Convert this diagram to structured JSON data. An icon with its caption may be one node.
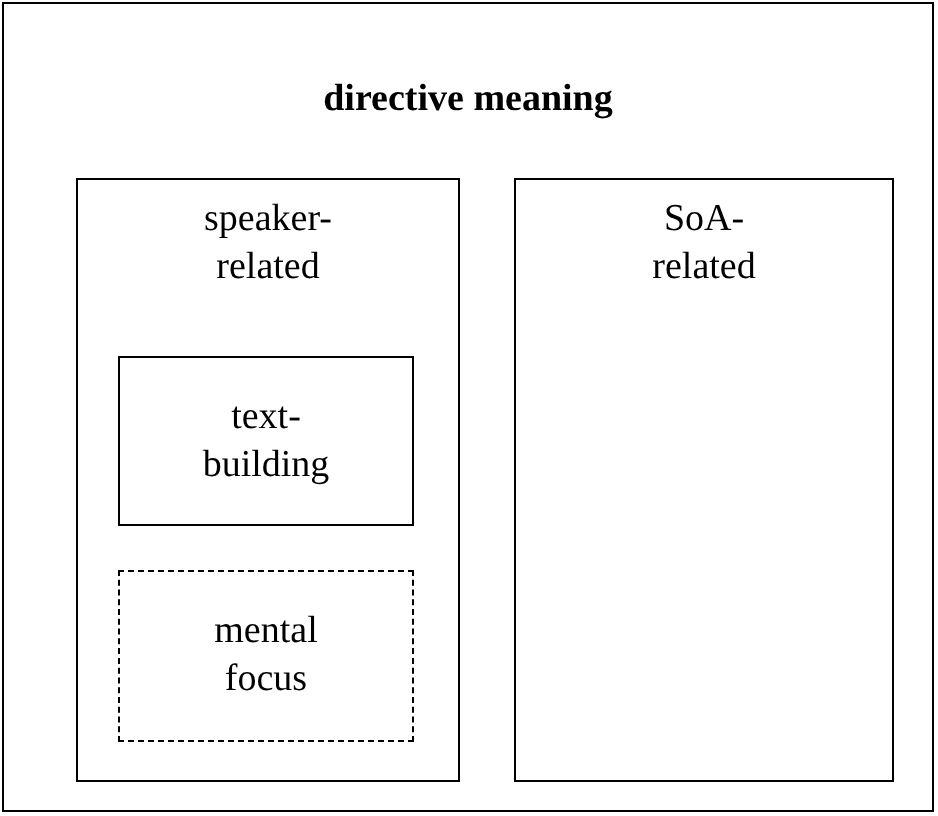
{
  "diagram": {
    "nodes": [
      {
        "text": [
          "directive meaning"
        ]
      },
      {
        "text": [
          "speaker-related"
        ],
        "in": 0
      },
      {
        "text": [
          "text-building"
        ],
        "in": 1
      },
      {
        "text": [
          "mental focus"
        ],
        "in": 1
      },
      {
        "text": [
          "SoA-related"
        ],
        "in": 0
      }
    ]
  }
}
